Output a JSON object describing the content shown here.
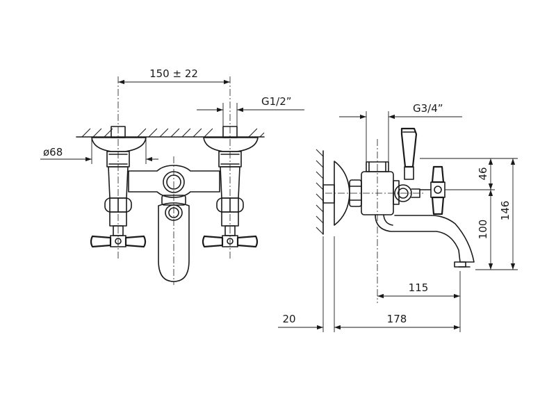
{
  "dimensions": {
    "center_spacing": "150 ± 22",
    "inlet_thread": "G1/2”",
    "flange_diameter": "ø68",
    "outlet_thread": "G3/4”",
    "handle_height": "46",
    "spout_height": "100",
    "total_height": "146",
    "spout_reach": "115",
    "wall_offset": "20",
    "total_projection": "178"
  },
  "colors": {
    "line": "#1a1a1a",
    "background": "#ffffff"
  }
}
